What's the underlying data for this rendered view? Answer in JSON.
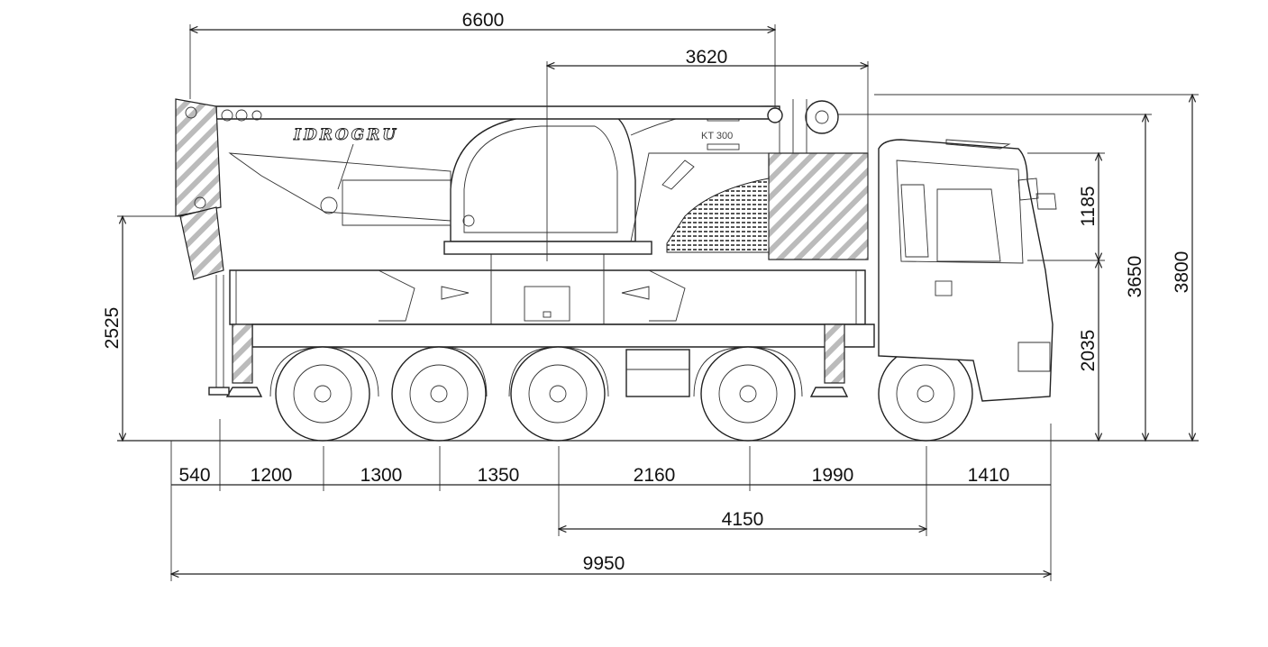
{
  "brand": "IDROGRU",
  "model": "KT 300",
  "dimensions": {
    "top_length": "6600",
    "cab_to_turret": "3620",
    "height_total": "3800",
    "height_boom": "3650",
    "height_upper": "1185",
    "height_lower": "2035",
    "front_height": "2525",
    "rear_overhang": "540",
    "axle_1_2": "1200",
    "axle_2_3": "1300",
    "axle_3_4": "1350",
    "axle_4_5": "2160",
    "axle_5_6": "1990",
    "front_overhang": "1410",
    "wheelbase_front": "4150",
    "total_length": "9950"
  },
  "colors": {
    "line": "#222222",
    "background": "#ffffff"
  }
}
